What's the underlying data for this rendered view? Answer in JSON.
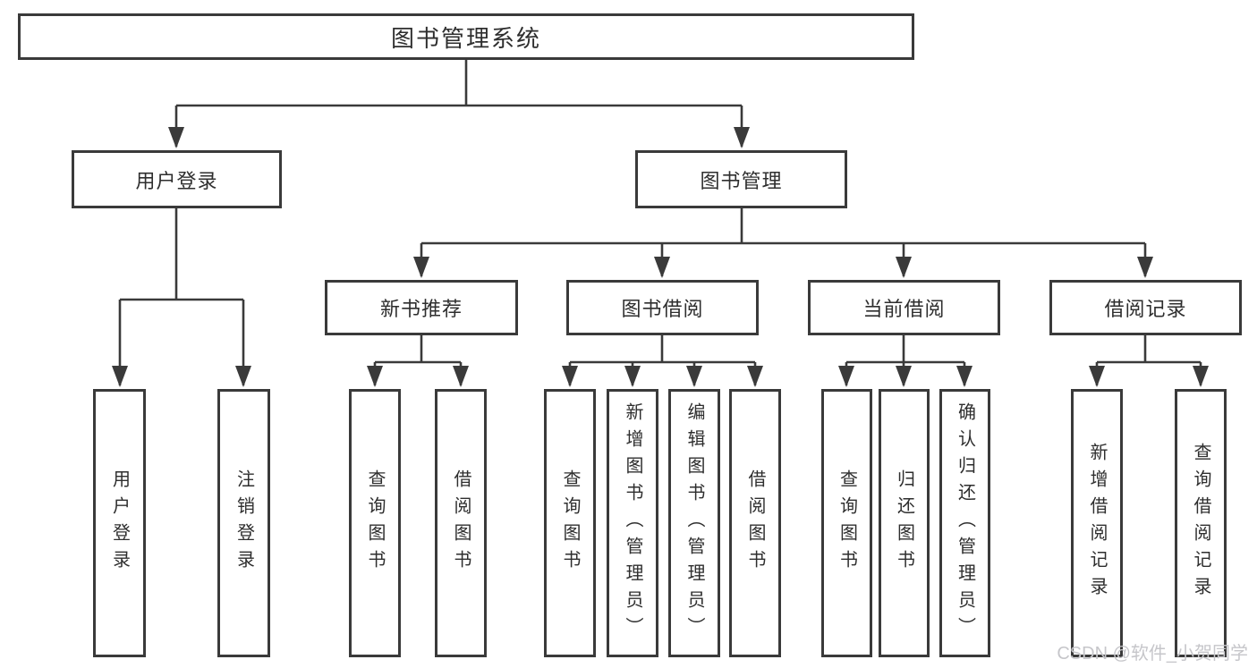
{
  "diagram": {
    "root": "图书管理系统",
    "level2": {
      "user_login": "用户登录",
      "book_mgmt": "图书管理"
    },
    "level3": {
      "new_books": "新书推荐",
      "book_borrow": "图书借阅",
      "current_borrow": "当前借阅",
      "borrow_records": "借阅记录"
    },
    "leaves": {
      "user_login": "用户登录",
      "logout": "注销登录",
      "nb_query_books": "查询图书",
      "nb_borrow_books": "借阅图书",
      "bb_query_books": "查询图书",
      "bb_add_books": "新增图书（管理员）",
      "bb_edit_books": "编辑图书（管理员）",
      "bb_borrow_books": "借阅图书",
      "cb_query_books": "查询图书",
      "cb_return_books": "归还图书",
      "cb_confirm_return": "确认归还（管理员）",
      "br_add_record": "新增借阅记录",
      "br_query_record": "查询借阅记录"
    }
  },
  "watermark": "CSDN @软件_小贺同学",
  "colors": {
    "line": "#3a3a3a",
    "border": "#3a3a3a",
    "text": "#2e2e2e",
    "watermark": "#c6c6ca",
    "background": "#ffffff"
  }
}
